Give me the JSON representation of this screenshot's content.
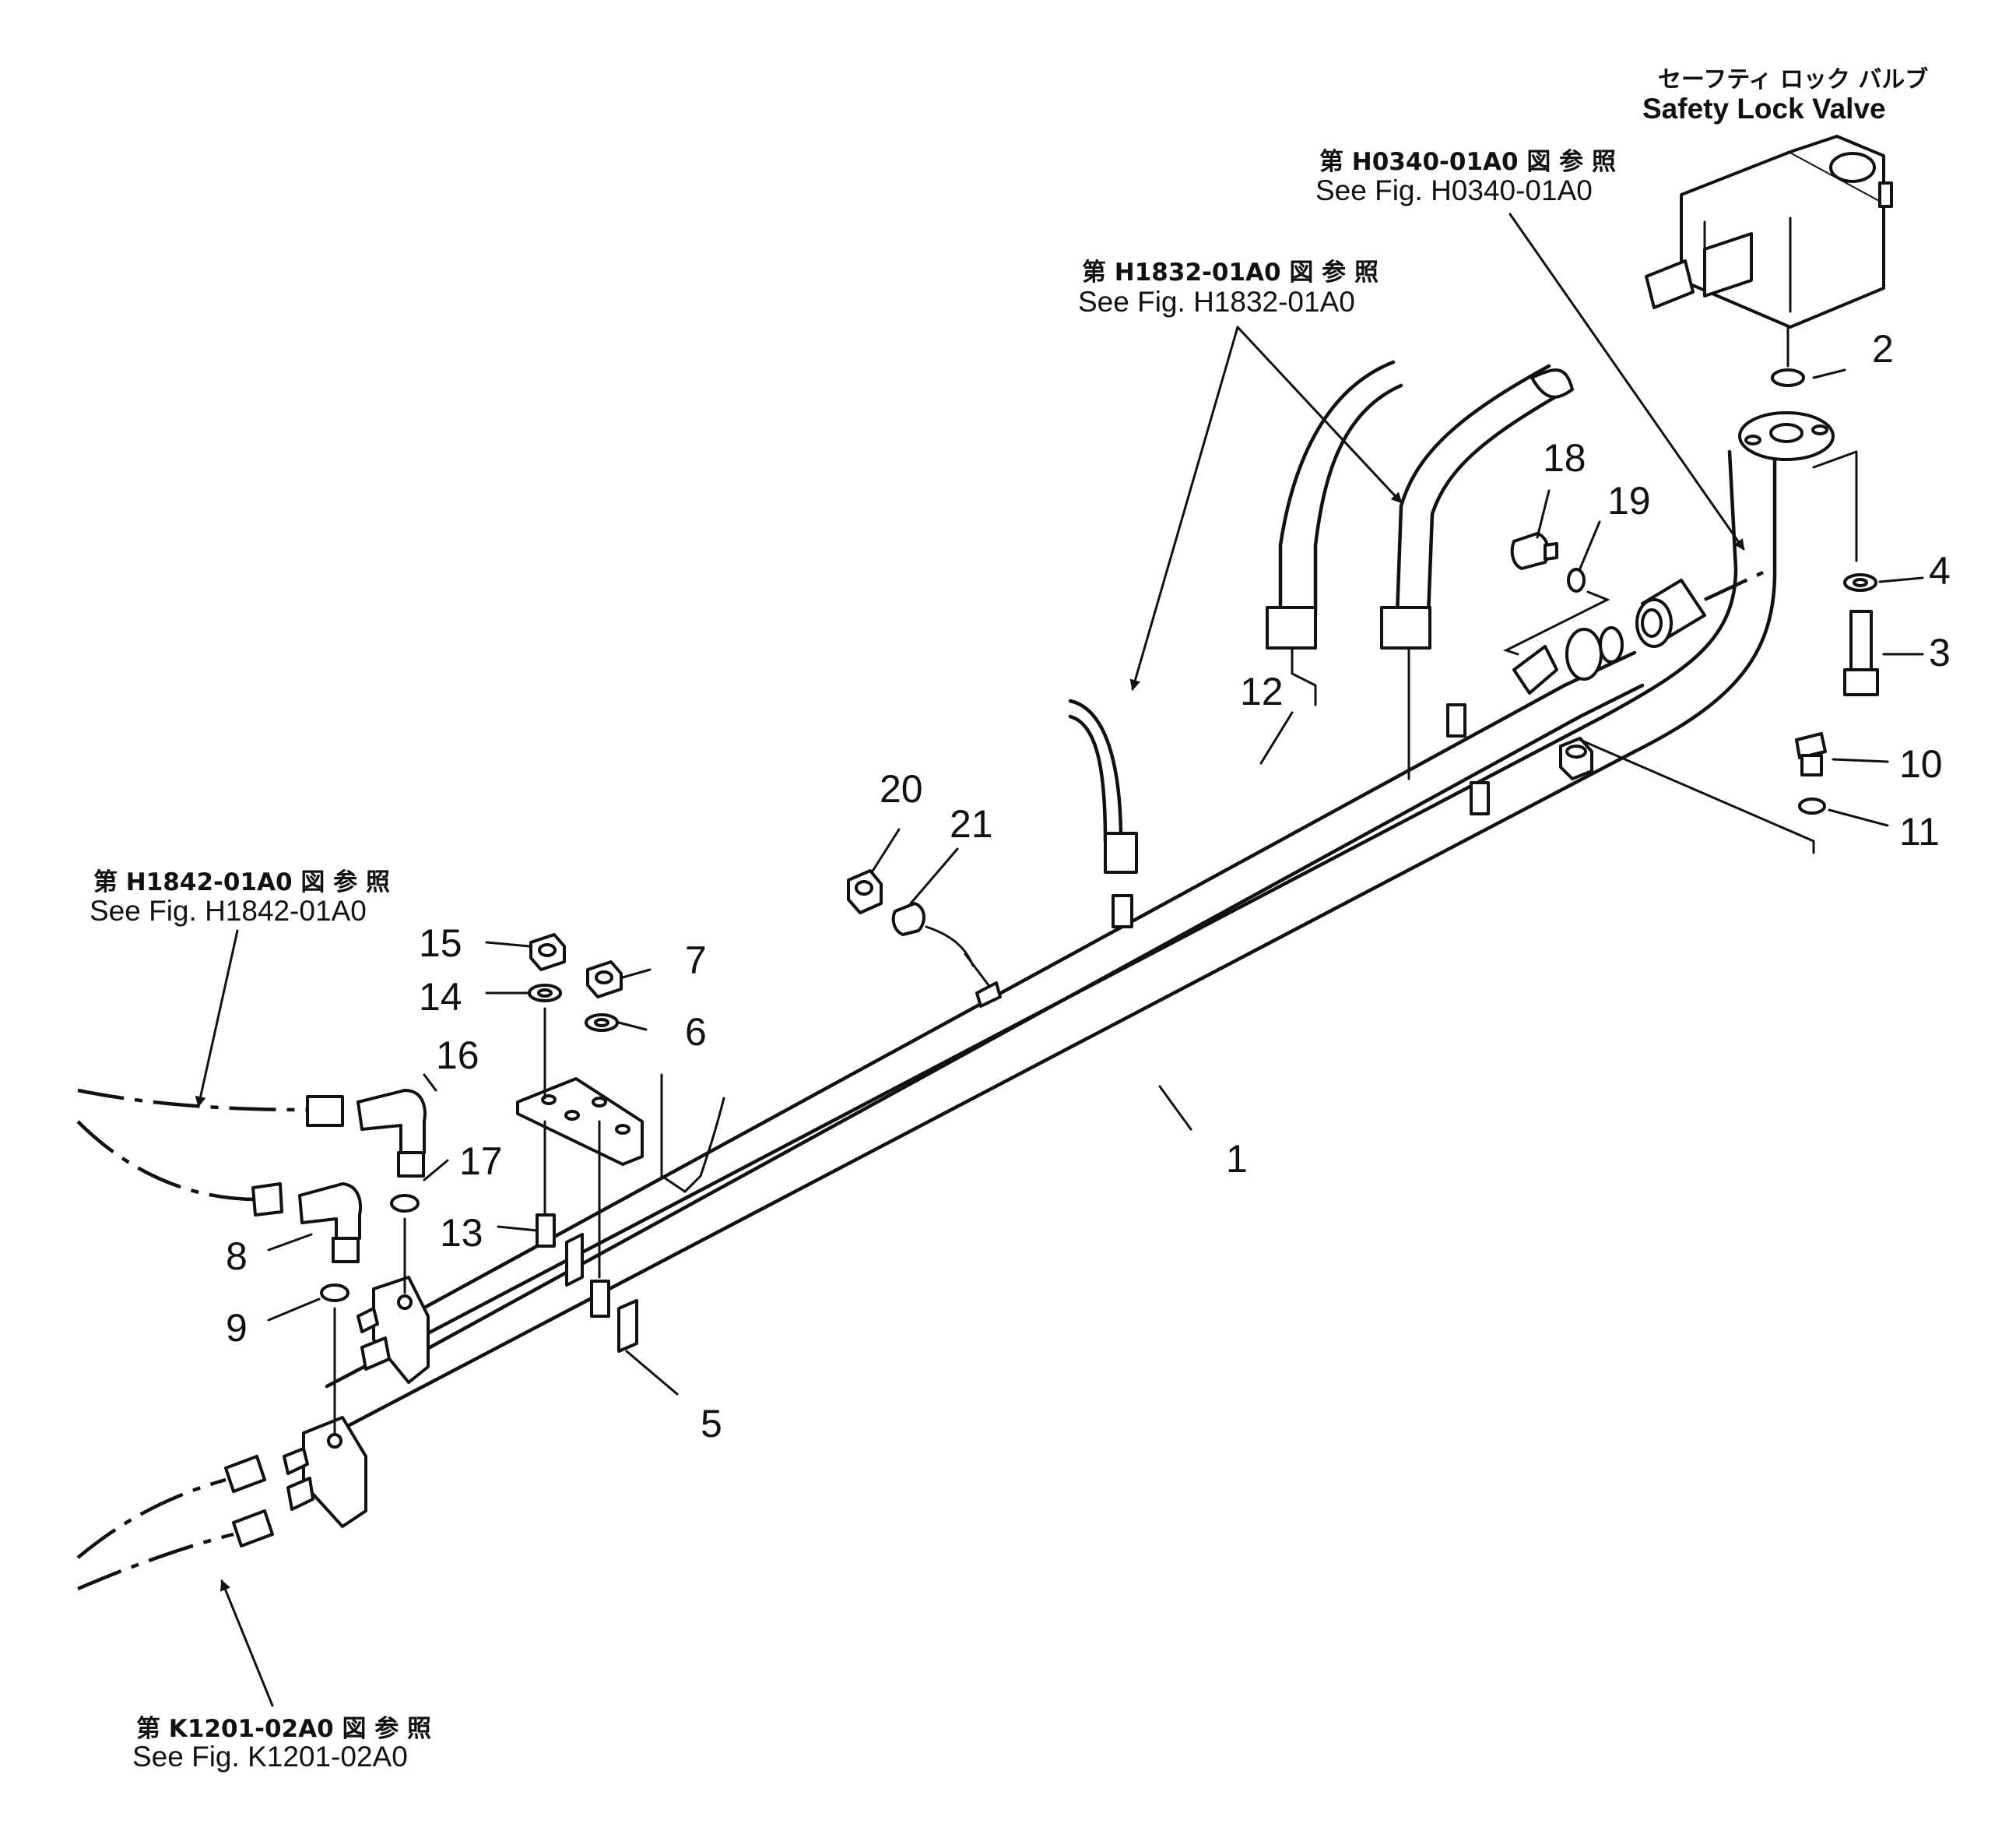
{
  "valve_caption": {
    "jp": "セーフティ ロック バルブ",
    "en": "Safety Lock Valve"
  },
  "references": [
    {
      "jp": "第 H0340-01A0 図 参 照",
      "en": "See Fig. H0340-01A0"
    },
    {
      "jp": "第 H1832-01A0 図 参 照",
      "en": "See Fig. H1832-01A0"
    },
    {
      "jp": "第 H1842-01A0 図 参 照",
      "en": "See Fig. H1842-01A0"
    },
    {
      "jp": "第 K1201-02A0 図 参 照",
      "en": "See Fig. K1201-02A0"
    }
  ],
  "callouts": [
    "1",
    "2",
    "3",
    "4",
    "5",
    "6",
    "7",
    "8",
    "9",
    "10",
    "11",
    "12",
    "13",
    "14",
    "15",
    "16",
    "17",
    "18",
    "19",
    "20",
    "21"
  ]
}
